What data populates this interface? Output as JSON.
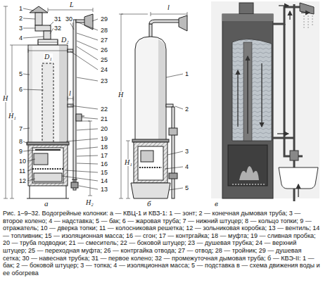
{
  "diagram": {
    "caption": "Рис. 1–9–32. Водогрейные колонки: а — КВЦ-1 и КВЗ-1: 1 — зонт; 2 — конечная дымовая труба; 3 — второе колено; 4 — надставка; 5 — бак; 6 — жаровая труба; 7 — нижний штуцер; 8 — кольцо топки; 9 — отражатель; 10 — дверка топки; 11 — колосниковая решетка; 12 — зольниковая коробка; 13 — вентиль; 14 — топливник; 15 — изоляционная масса; 16 — сгон; 17 — контргайка; 18 — муфта; 19 — сливная пробка; 20 — труба подводки; 21 — смеситель; 22 — боковой штуцер; 23 — душевая трубка; 24 — верхний штуцер; 25 — переходная муфта; 26 — контргайка отвода; 27 — отвод; 28 — тройник; 29 — душевая сетка; 30 — навесная трубка; 31 — первое колено; 32 — промежуточная дымовая труба; б — КВЭ-II: 1 — бак; 2 — боковой штуцер; 3 — топка; 4 — изоляционная масса; 5 — подставка в — схема движения воды и ее обогрева",
    "labels": [
      "1",
      "2",
      "3",
      "4",
      "5",
      "6",
      "7",
      "8",
      "9",
      "10",
      "11",
      "12",
      "D₂",
      "D₁",
      "L",
      "l",
      "H",
      "H₁",
      "H₂",
      "31",
      "32",
      "30",
      "29",
      "28",
      "27",
      "26",
      "25",
      "24",
      "23",
      "22",
      "21",
      "20",
      "19",
      "18",
      "17",
      "16",
      "15",
      "14",
      "13",
      "а",
      "l",
      "H",
      "H₁",
      "1",
      "2",
      "3",
      "4",
      "5",
      "б",
      "в"
    ]
  }
}
